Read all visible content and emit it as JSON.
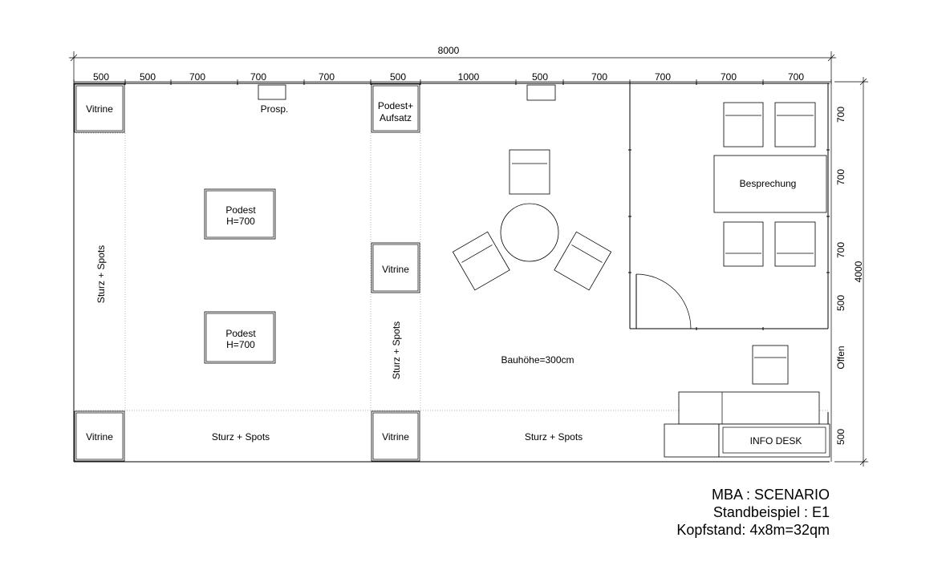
{
  "dimensions": {
    "total_width": "8000",
    "total_depth": "4000",
    "top": [
      "500",
      "500",
      "700",
      "700",
      "700",
      "500",
      "1000",
      "500",
      "700",
      "700",
      "700",
      "700"
    ],
    "right": [
      "700",
      "700",
      "700",
      "500",
      "Offen",
      "500"
    ]
  },
  "labels": {
    "vitrine_top_left": "Vitrine",
    "prosp": "Prosp.",
    "podest_aufsatz_1": "Podest+",
    "podest_aufsatz_2": "Aufsatz",
    "podest1_line1": "Podest",
    "podest1_line2": "H=700",
    "podest2_line1": "Podest",
    "podest2_line2": "H=700",
    "vitrine_mid": "Vitrine",
    "sturz_left": "Sturz + Spots",
    "sturz_mid": "Sturz + Spots",
    "vitrine_bottom_left": "Vitrine",
    "sturz_bottom_left": "Sturz + Spots",
    "vitrine_bottom_mid": "Vitrine",
    "sturz_bottom_right": "Sturz + Spots",
    "bauhoehe": "Bauhöhe=300cm",
    "besprechung": "Besprechung",
    "info_desk": "INFO DESK"
  },
  "caption": {
    "line1": "MBA : SCENARIO",
    "line2": "Standbeispiel : E1",
    "line3": "Kopfstand: 4x8m=32qm"
  }
}
